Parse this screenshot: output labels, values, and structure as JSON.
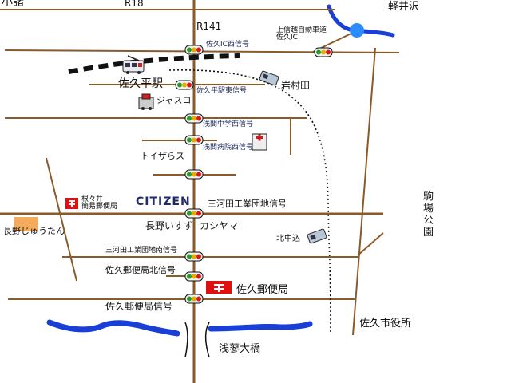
{
  "roads": {
    "route_18": "R18",
    "route_141": "R141"
  },
  "places": {
    "koboro": "小諸",
    "karuizawa": "軽井沢",
    "shinetsu_saku_ic": "上信越自動車道\n佐久IC",
    "saku_ic_west_signal": "佐久IC西信号",
    "sakudaira_station": "佐久平駅",
    "sakudaira_east_signal": "佐久平駅東信号",
    "iwamurada": "岩村田",
    "jasco": "ジャスコ",
    "asama_junior_high_west_signal": "浅間中学西信号",
    "asama_hospital_west_signal": "浅間病院西信号",
    "toys_r_us": "トイザらス",
    "citizen": "CITIZEN",
    "neyoi_post_office": "根々井\n簡易郵便局",
    "sanwada_industrial_signal": "三河田工業団地信号",
    "komaba_park": "駒\n場\n公\n園",
    "nagano_isuzu": "長野いすず",
    "kashiyama": "カシヤマ",
    "nagano_jutan": "長野じゅうたん",
    "kitanakagomi": "北中込",
    "sanwada_industrial_south_signal": "三河田工業団地南信号",
    "saku_post_north_signal": "佐久郵便局北信号",
    "saku_post_office": "佐久郵便局",
    "saku_post_signal": "佐久郵便局信号",
    "saku_city_hall": "佐久市役所",
    "asama_ohashi": "浅蓼大橋"
  },
  "colors": {
    "road": "#8b5a2b",
    "river": "#1a3fd6",
    "railway": "#111111",
    "interchange": "#2a8cff",
    "post_red": "#e01010"
  },
  "icons": [
    "traffic-light-icon",
    "train-icon",
    "car-icon",
    "shopping-bag-icon",
    "post-office-icon",
    "hospital-icon",
    "building-icon",
    "interchange-icon"
  ]
}
